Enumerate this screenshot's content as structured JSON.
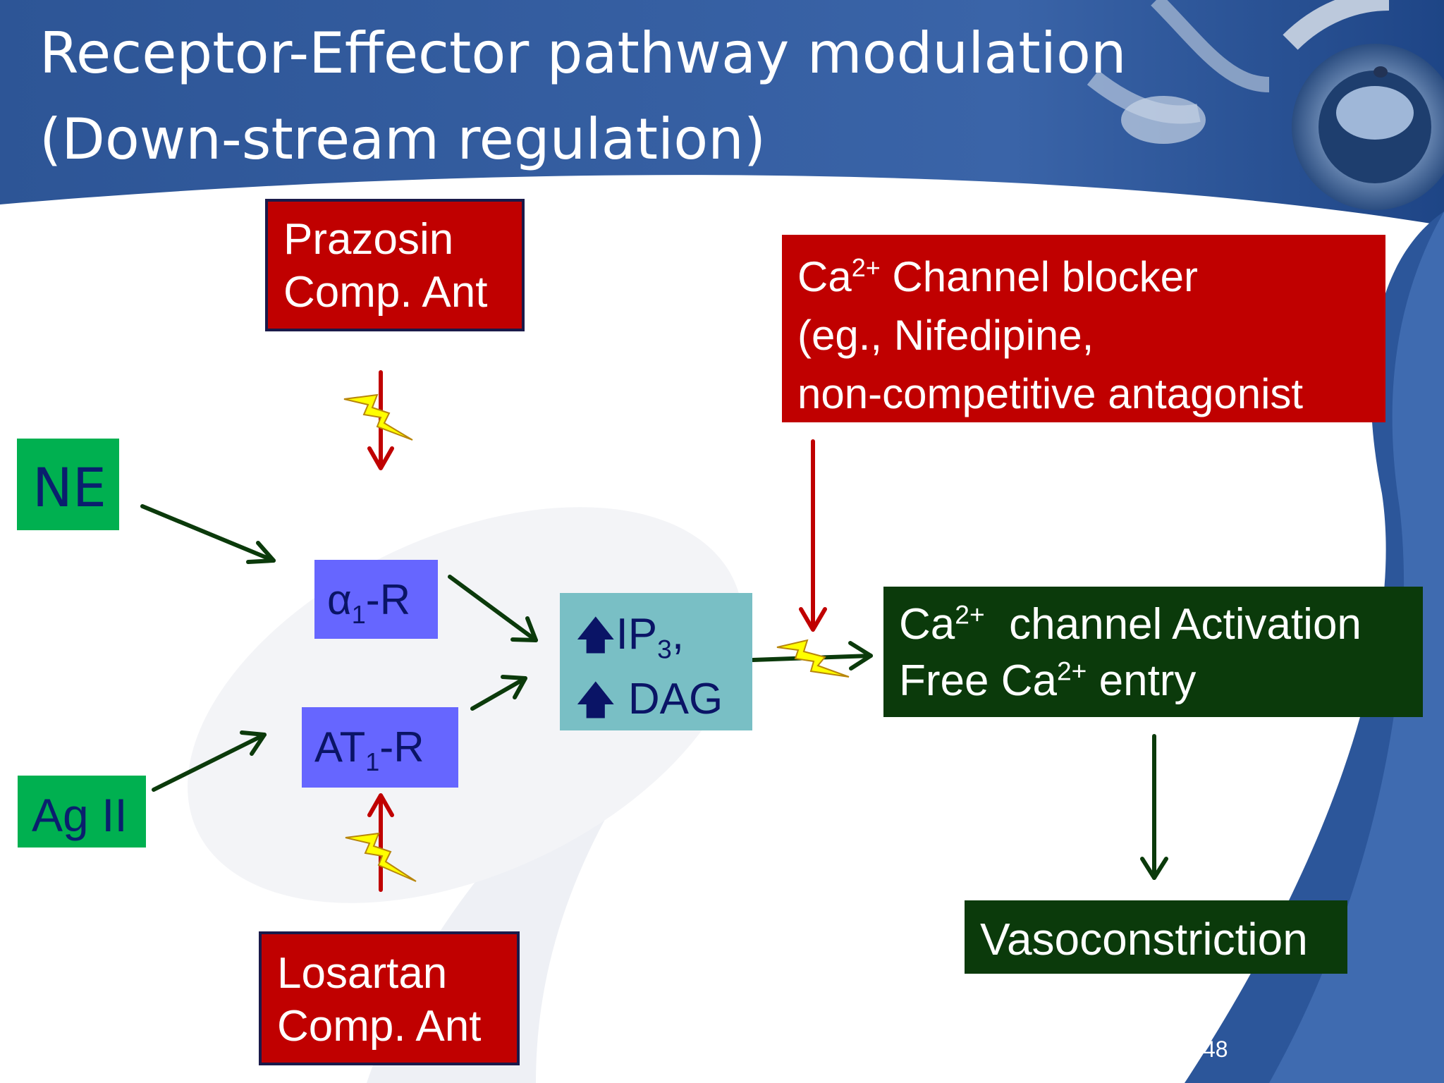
{
  "slide": {
    "title_line1": "Receptor-Effector pathway modulation",
    "title_line2": "(Down-stream regulation)",
    "page_number": "48",
    "colors": {
      "header_blue": "#2f5597",
      "red_box": "#c00000",
      "dark_green_box": "#0b3a0b",
      "green_box": "#00b050",
      "receptor_box": "#6666ff",
      "teal_box": "#79bfc5",
      "arrow_green": "#0b3a0b",
      "arrow_red": "#c00000",
      "lightning": "#ffff00"
    }
  },
  "nodes": {
    "prazosin": {
      "line1": "Prazosin",
      "line2": "Comp. Ant"
    },
    "losartan": {
      "line1": "Losartan",
      "line2": "Comp. Ant"
    },
    "ca_blocker": {
      "line1_a": "Ca",
      "line1_sup": "2+",
      "line1_b": " Channel blocker",
      "line2": "(eg., Nifedipine,",
      "line3": "non-competitive antagonist"
    },
    "ne": {
      "label": "NE"
    },
    "ag2": {
      "label": "Ag II"
    },
    "alpha1": {
      "a": "α",
      "sub": "1",
      "b": "-R"
    },
    "at1": {
      "a": "AT",
      "sub": "1",
      "b": "-R"
    },
    "second_messengers": {
      "up_arrow": "🡅",
      "ip3_a": "IP",
      "ip3_sub": "3",
      "ip3_b": ",",
      "dag": "DAG"
    },
    "ca_activation": {
      "line1_a": "Ca",
      "line1_sup": "2+",
      "line1_b": "  channel Activation",
      "line2_a": "Free Ca",
      "line2_sup": "2+",
      "line2_b": " entry"
    },
    "vasoconstriction": {
      "label": "Vasoconstriction"
    }
  },
  "icons": [
    "lightning-bolt-icon",
    "stethoscope-image"
  ]
}
